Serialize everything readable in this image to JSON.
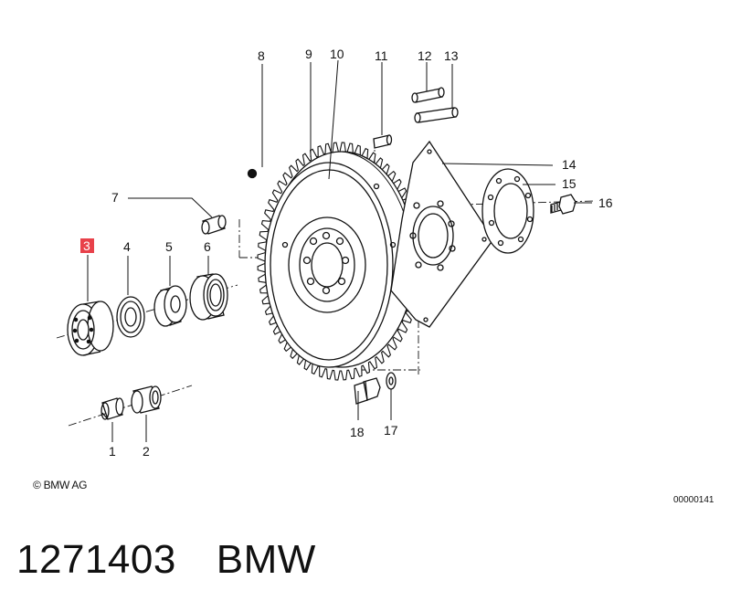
{
  "part_labels": [
    "1",
    "2",
    "3",
    "4",
    "5",
    "6",
    "7",
    "8",
    "9",
    "10",
    "11",
    "12",
    "13",
    "14",
    "15",
    "16",
    "17",
    "18"
  ],
  "highlighted_part": "3",
  "highlight_color": "#e8414a",
  "copyright": "© BMW AG",
  "diagram_id": "00000141",
  "caption": {
    "part_number": "1271403",
    "brand": "BMW"
  }
}
